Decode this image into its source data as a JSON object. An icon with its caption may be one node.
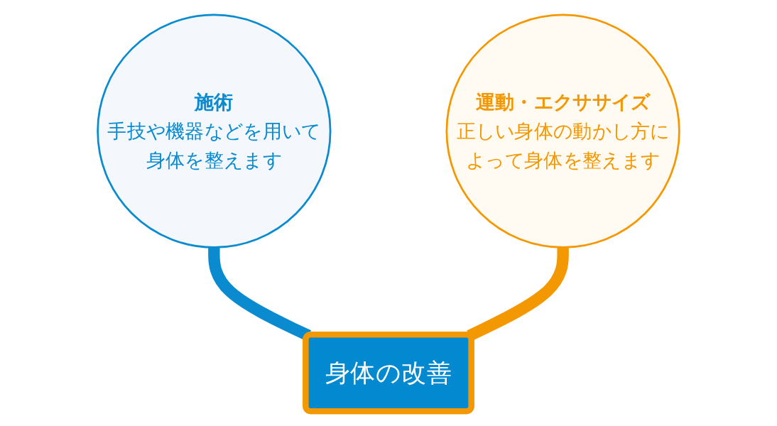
{
  "diagram": {
    "nodes": [
      {
        "text": [
          "施術",
          "手技や機器などを用いて身体を整えます"
        ]
      },
      {
        "text": [
          "運動・エクササイズ",
          "正しい身体の動かし方によって身体を整えます"
        ]
      },
      {
        "text": [
          "身体の改善"
        ]
      }
    ],
    "edges": [
      {
        "from": 0,
        "to": 2,
        "arrow": "none",
        "color": "#0a8bd0"
      },
      {
        "from": 1,
        "to": 2,
        "arrow": "none",
        "color": "#f39800"
      }
    ]
  }
}
